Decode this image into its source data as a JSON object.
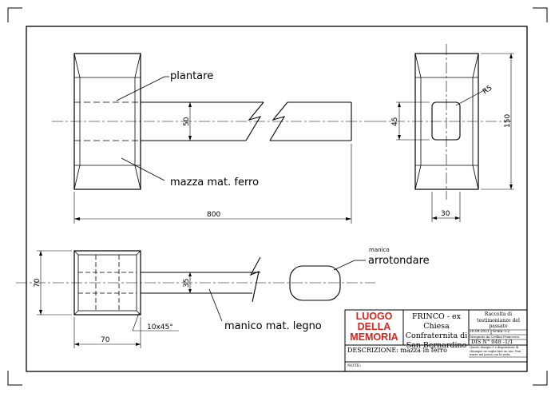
{
  "annotations": {
    "plantare": "plantare",
    "mazza": "mazza mat. ferro",
    "manico_small": "manico",
    "arrotondare": "arrotondare",
    "manico_legno": "manico mat. legno"
  },
  "dimensions": {
    "d50": "50",
    "d800": "800",
    "d45": "45",
    "d150": "150",
    "d30": "30",
    "r5": "R5",
    "d70_left": "70",
    "d35": "35",
    "chamfer": "10x45°",
    "d70_bottom": "70"
  },
  "title_block": {
    "logo_line1": "LUOGO",
    "logo_line2": "DELLA",
    "logo_line3": "MEMORIA",
    "title": "FRINCO - ex Chiesa Confraternita di San Bernardino",
    "collection": "Raccolta di testimonianze del passato",
    "date": "20.09.2021",
    "scale": "Scala 1:2",
    "designer": "Disegnato da Cirillini Francesco",
    "drawing_number": "DIS N° 048 -1/1",
    "notice": "Questo disegno è a disposizione di chiunque ne voglia fare un uso. Non trarre ma pensa con la testa.",
    "description_label": "DESCRIZIONE:",
    "description": "mazza in ferro",
    "notes_label": "NOTE:"
  },
  "colors": {
    "logo_red": "#e0201b",
    "line": "#000000"
  }
}
